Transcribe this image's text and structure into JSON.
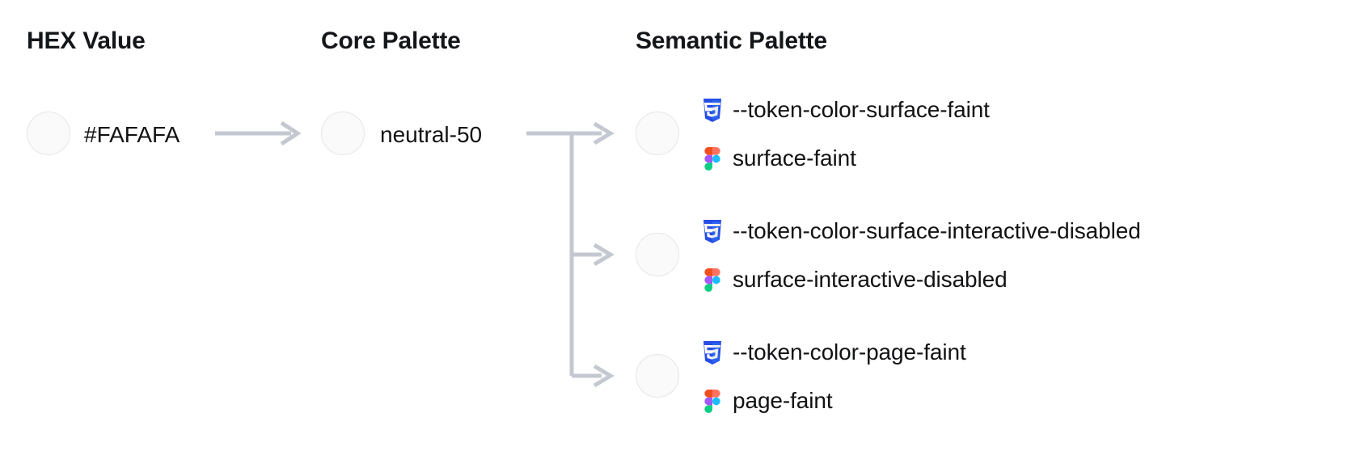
{
  "columns": {
    "hex": {
      "heading": "HEX Value"
    },
    "core": {
      "heading": "Core Palette"
    },
    "semantic": {
      "heading": "Semantic Palette"
    }
  },
  "hex": {
    "value": "#FAFAFA",
    "swatch_color": "#FAFAFA"
  },
  "core": {
    "value": "neutral-50",
    "swatch_color": "#FAFAFA"
  },
  "semantic": {
    "entries": [
      {
        "swatch_color": "#FAFAFA",
        "css_icon": "css3-icon",
        "css_token": "--token-color-surface-faint",
        "figma_icon": "figma-icon",
        "figma_token": "surface-faint"
      },
      {
        "swatch_color": "#FAFAFA",
        "css_icon": "css3-icon",
        "css_token": "--token-color-surface-interactive-disabled",
        "figma_icon": "figma-icon",
        "figma_token": "surface-interactive-disabled"
      },
      {
        "swatch_color": "#FAFAFA",
        "css_icon": "css3-icon",
        "css_token": "--token-color-page-faint",
        "figma_icon": "figma-icon",
        "figma_token": "page-faint"
      }
    ]
  },
  "theme": {
    "background": "#FFFFFF",
    "text_primary": "#111214",
    "heading_color": "#14161A",
    "swatch_border": "#E6E6E8",
    "connector_color": "#C4C8D0",
    "css_icon_color": "#264DE4",
    "css_icon_color_light": "#2965F1",
    "figma_orange": "#F24E1E",
    "figma_purple": "#A259FF",
    "figma_blue": "#1ABCFE",
    "figma_green": "#0ACF83"
  },
  "connectors": {
    "hex_to_core": "arrow-right",
    "core_to_semantic": "branch-three-arrows"
  }
}
